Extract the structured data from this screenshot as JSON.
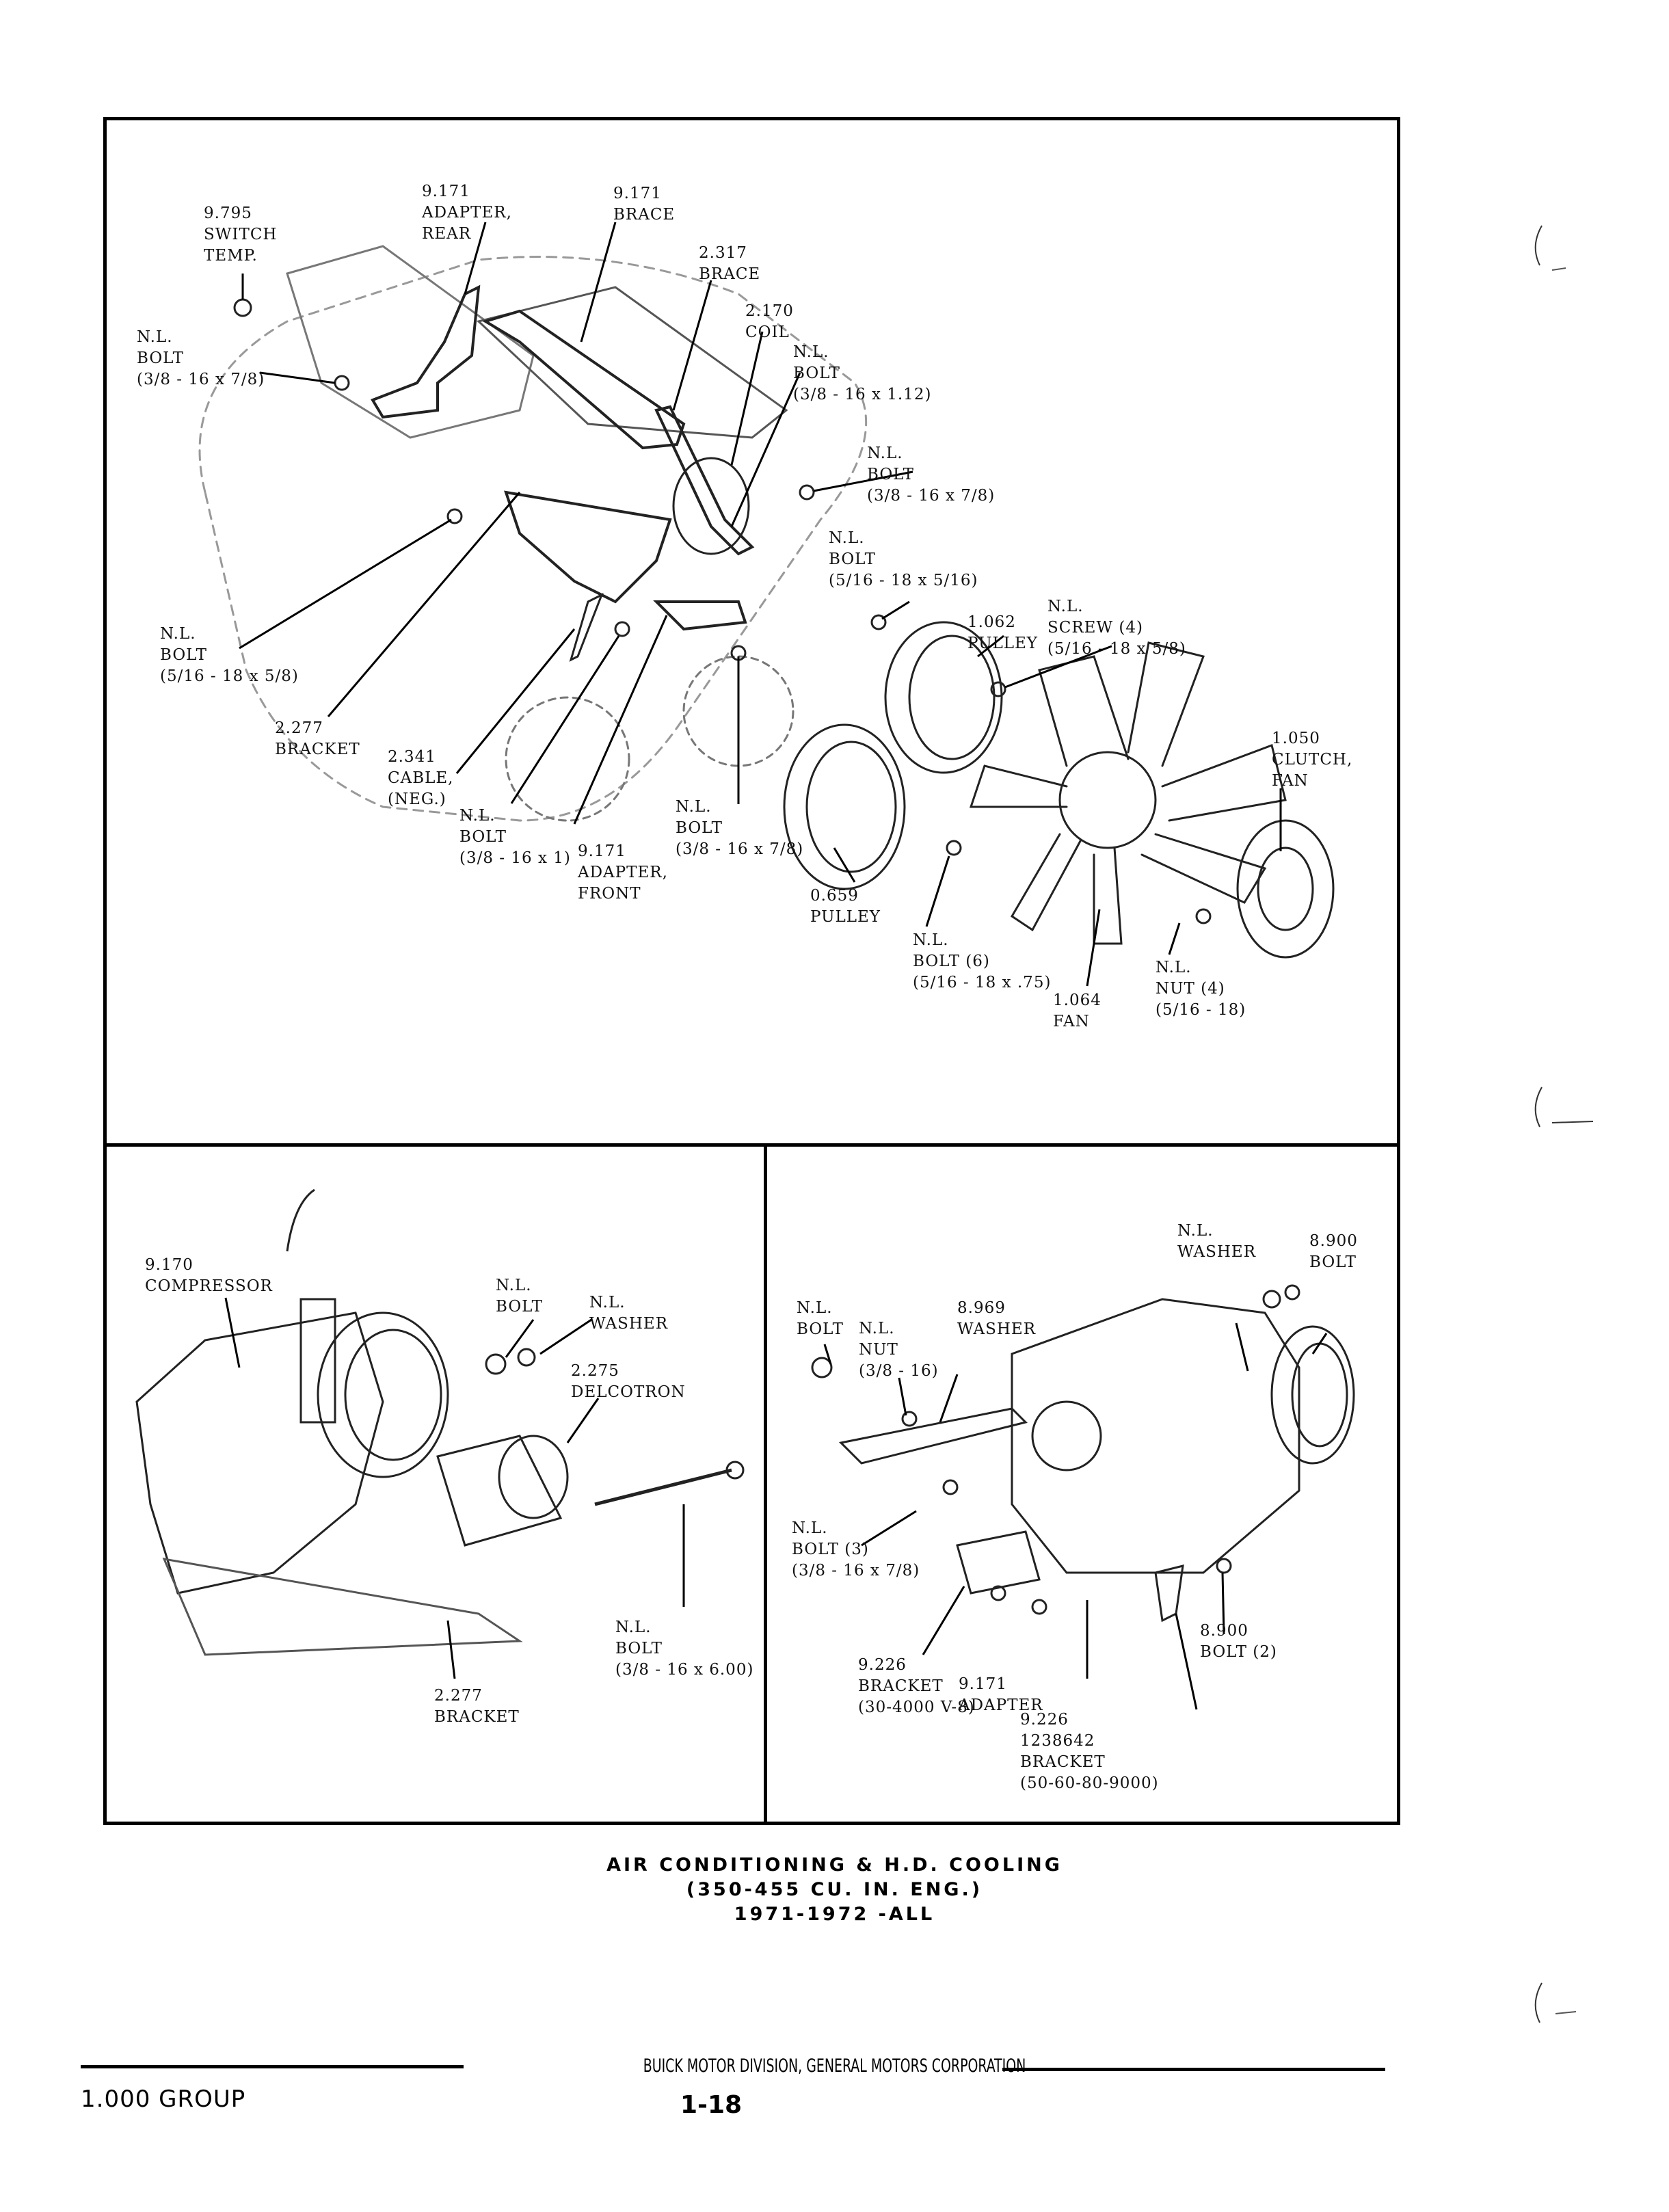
{
  "top_panel": {
    "labels": [
      {
        "id": "switch-temp",
        "lines": [
          "9.795",
          "SWITCH",
          "TEMP."
        ]
      },
      {
        "id": "adapter-rear",
        "lines": [
          "9.171",
          "ADAPTER,",
          "REAR"
        ]
      },
      {
        "id": "brace-9171",
        "lines": [
          "9.171",
          "BRACE"
        ]
      },
      {
        "id": "brace-2317",
        "lines": [
          "2.317",
          "BRACE"
        ]
      },
      {
        "id": "coil",
        "lines": [
          "2.170",
          "COIL"
        ]
      },
      {
        "id": "bolt-3816-112",
        "lines": [
          "N.L.",
          "BOLT",
          "(3/8 - 16 x 1.12)"
        ]
      },
      {
        "id": "bolt-3816-78-left",
        "lines": [
          "N.L.",
          "BOLT",
          "(3/8 - 16 x 7/8)"
        ]
      },
      {
        "id": "bolt-3816-78-right",
        "lines": [
          "N.L.",
          "BOLT",
          "(3/8 - 16 x 7/8)"
        ]
      },
      {
        "id": "bolt-51618-516",
        "lines": [
          "N.L.",
          "BOLT",
          "(5/16 - 18 x 5/16)"
        ]
      },
      {
        "id": "pulley-1062",
        "lines": [
          "1.062",
          "PULLEY"
        ]
      },
      {
        "id": "screw-4",
        "lines": [
          "N.L.",
          "SCREW (4)",
          "(5/16 - 18 x 5/8)"
        ]
      },
      {
        "id": "bolt-51618-58",
        "lines": [
          "N.L.",
          "BOLT",
          "(5/16 - 18 x 5/8)"
        ]
      },
      {
        "id": "bracket-2277",
        "lines": [
          "2.277",
          "BRACKET"
        ]
      },
      {
        "id": "cable-neg",
        "lines": [
          "2.341",
          "CABLE,",
          "(NEG.)"
        ]
      },
      {
        "id": "bolt-3816-1",
        "lines": [
          "N.L.",
          "BOLT",
          "(3/8 - 16 x 1)"
        ]
      },
      {
        "id": "adapter-front",
        "lines": [
          "9.171",
          "ADAPTER,",
          "FRONT"
        ]
      },
      {
        "id": "bolt-3816-78-lower",
        "lines": [
          "N.L.",
          "BOLT",
          "(3/8 - 16 x 7/8)"
        ]
      },
      {
        "id": "clutch-fan",
        "lines": [
          "1.050",
          "CLUTCH,",
          "FAN"
        ]
      },
      {
        "id": "pulley-0659",
        "lines": [
          "0.659",
          "PULLEY"
        ]
      },
      {
        "id": "bolt-6",
        "lines": [
          "N.L.",
          "BOLT (6)",
          "(5/16 - 18 x .75)"
        ]
      },
      {
        "id": "fan",
        "lines": [
          "1.064",
          "FAN"
        ]
      },
      {
        "id": "nut-4",
        "lines": [
          "N.L.",
          "NUT (4)",
          "(5/16 - 18)"
        ]
      }
    ]
  },
  "bottom_left_panel": {
    "labels": [
      {
        "id": "compressor",
        "lines": [
          "9.170",
          "COMPRESSOR"
        ]
      },
      {
        "id": "bolt",
        "lines": [
          "N.L.",
          "BOLT"
        ]
      },
      {
        "id": "washer",
        "lines": [
          "N.L.",
          "WASHER"
        ]
      },
      {
        "id": "delcotron",
        "lines": [
          "2.275",
          "DELCOTRON"
        ]
      },
      {
        "id": "bolt-600",
        "lines": [
          "N.L.",
          "BOLT",
          "(3/8 - 16 x 6.00)"
        ]
      },
      {
        "id": "bracket-2277",
        "lines": [
          "2.277",
          "BRACKET"
        ]
      }
    ]
  },
  "bottom_right_panel": {
    "labels": [
      {
        "id": "washer-top",
        "lines": [
          "N.L.",
          "WASHER"
        ]
      },
      {
        "id": "bolt-8900",
        "lines": [
          "8.900",
          "BOLT"
        ]
      },
      {
        "id": "bolt-left",
        "lines": [
          "N.L.",
          "BOLT"
        ]
      },
      {
        "id": "nut",
        "lines": [
          "N.L.",
          "NUT",
          "(3/8 - 16)"
        ]
      },
      {
        "id": "washer-8969",
        "lines": [
          "8.969",
          "WASHER"
        ]
      },
      {
        "id": "bolt-3",
        "lines": [
          "N.L.",
          "BOLT (3)",
          "(3/8 - 16 x 7/8)"
        ]
      },
      {
        "id": "bolt-2",
        "lines": [
          "8.900",
          "BOLT (2)"
        ]
      },
      {
        "id": "bracket-v8",
        "lines": [
          "9.226",
          "BRACKET",
          "(30-4000 V-8)"
        ]
      },
      {
        "id": "adapter",
        "lines": [
          "9.171",
          "ADAPTER"
        ]
      },
      {
        "id": "bracket-1238642",
        "lines": [
          "9.226",
          "1238642",
          "BRACKET",
          "(50-60-80-9000)"
        ]
      }
    ]
  },
  "caption": {
    "line1": "AIR CONDITIONING & H.D. COOLING",
    "line2": "(350-455  CU. IN. ENG.)",
    "line3": "1971-1972 -ALL"
  },
  "footer": {
    "publisher": "BUICK MOTOR DIVISION, GENERAL MOTORS CORPORATION",
    "group": "1.000 GROUP",
    "page_number": "1-18"
  }
}
